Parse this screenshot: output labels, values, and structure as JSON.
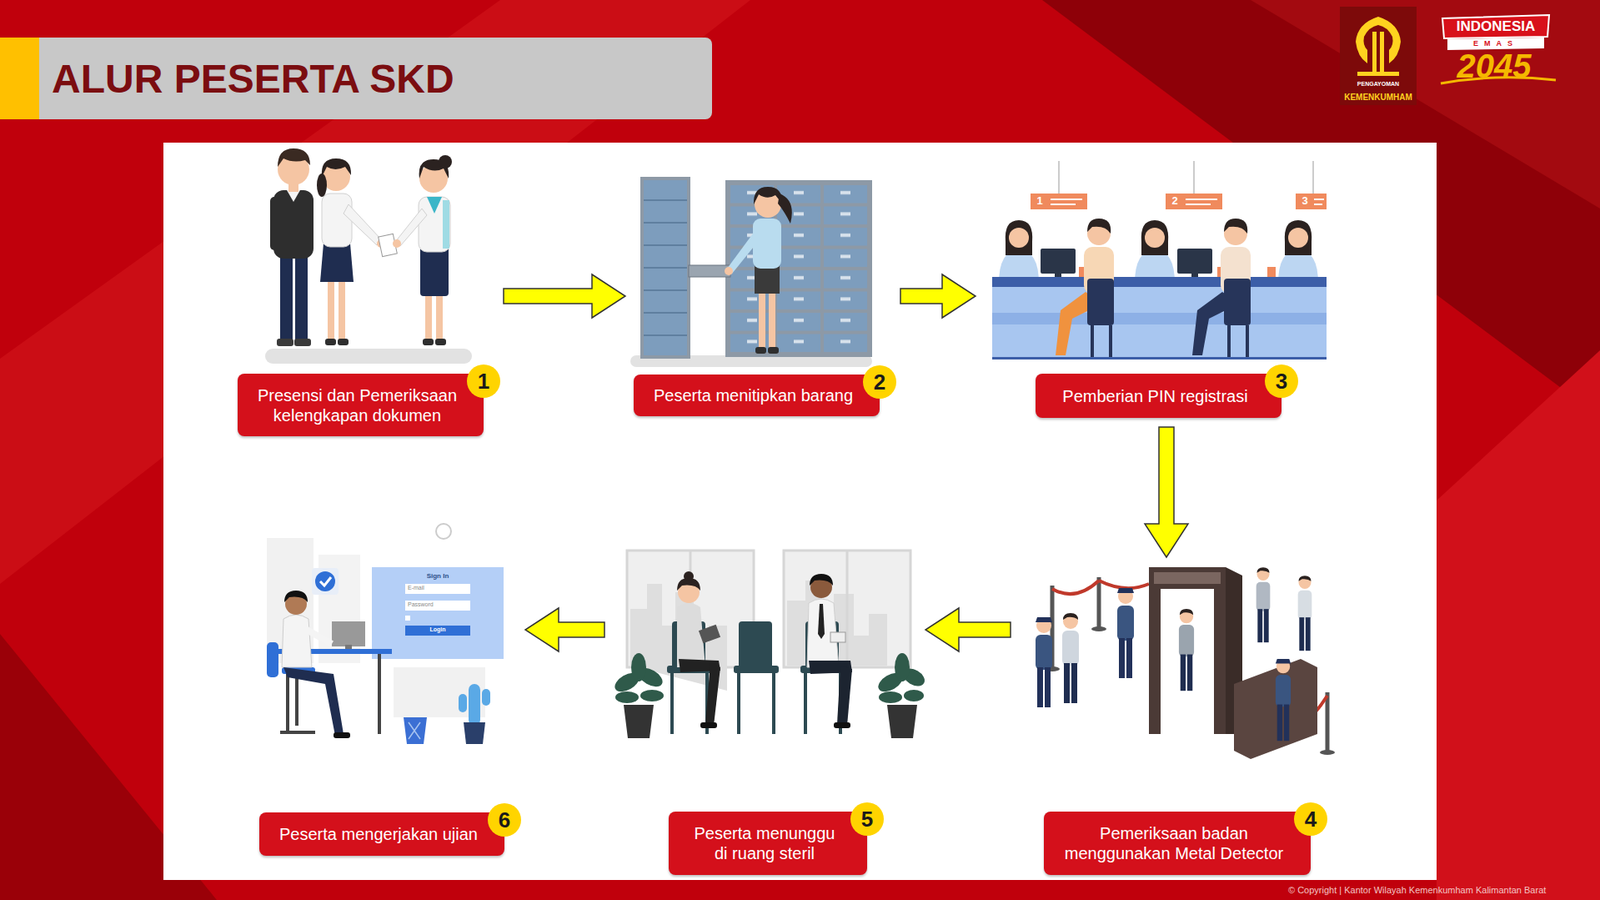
{
  "diagram": {
    "title": "ALUR PESERTA SKD",
    "nodes": [
      {
        "text": [
          "Presensi dan Pemeriksaan kelengkapan dokumen"
        ]
      },
      {
        "text": [
          "Peserta menitipkan barang"
        ]
      },
      {
        "text": [
          "Pemberian PIN registrasi"
        ]
      },
      {
        "text": [
          "Pemeriksaan badan menggunakan Metal Detector"
        ]
      },
      {
        "text": [
          "Peserta menunggu di ruang steril"
        ]
      },
      {
        "text": [
          "Peserta mengerjakan ujian"
        ]
      }
    ],
    "edges": [
      {
        "from": 0,
        "to": 1,
        "arrow": "to"
      },
      {
        "from": 1,
        "to": 2,
        "arrow": "to"
      },
      {
        "from": 2,
        "to": 3,
        "arrow": "to"
      },
      {
        "from": 3,
        "to": 4,
        "arrow": "to"
      },
      {
        "from": 4,
        "to": 5,
        "arrow": "to"
      }
    ],
    "labels": [
      "1",
      "2",
      "3",
      "4",
      "5",
      "6",
      "PENGAYOMAN",
      "KEMENKUMHAM",
      "INDONESIA",
      "EMAS",
      "2045",
      "1",
      "2",
      "3",
      "Sign In",
      "E-mail",
      "Password",
      "Login",
      "© Copyright | Kantor Wilayah Kemenkumham Kalimantan Barat"
    ]
  }
}
